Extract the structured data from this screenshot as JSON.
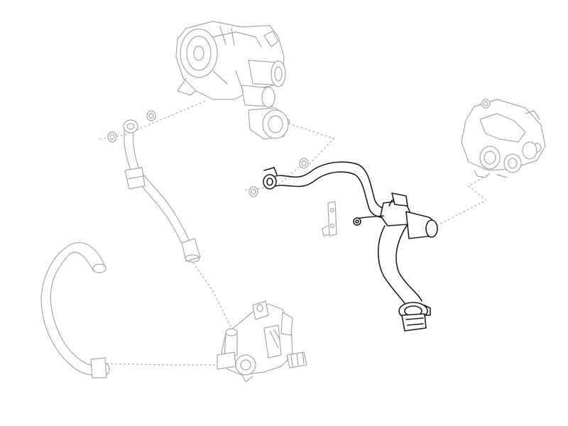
{
  "diagram": {
    "background": "#ffffff",
    "highlight_color": "#1e1e1e",
    "context_color": "#a8a8a8",
    "leader_color": "#9a9a9a",
    "components": [
      "turbocharger",
      "thermostat-housing",
      "highlighted-coolant-hose",
      "coolant-pump",
      "coolant-hose-upper-left",
      "coolant-hose-lower-left",
      "mounting-bracket",
      "sealing-washers",
      "hose-clamp"
    ]
  }
}
